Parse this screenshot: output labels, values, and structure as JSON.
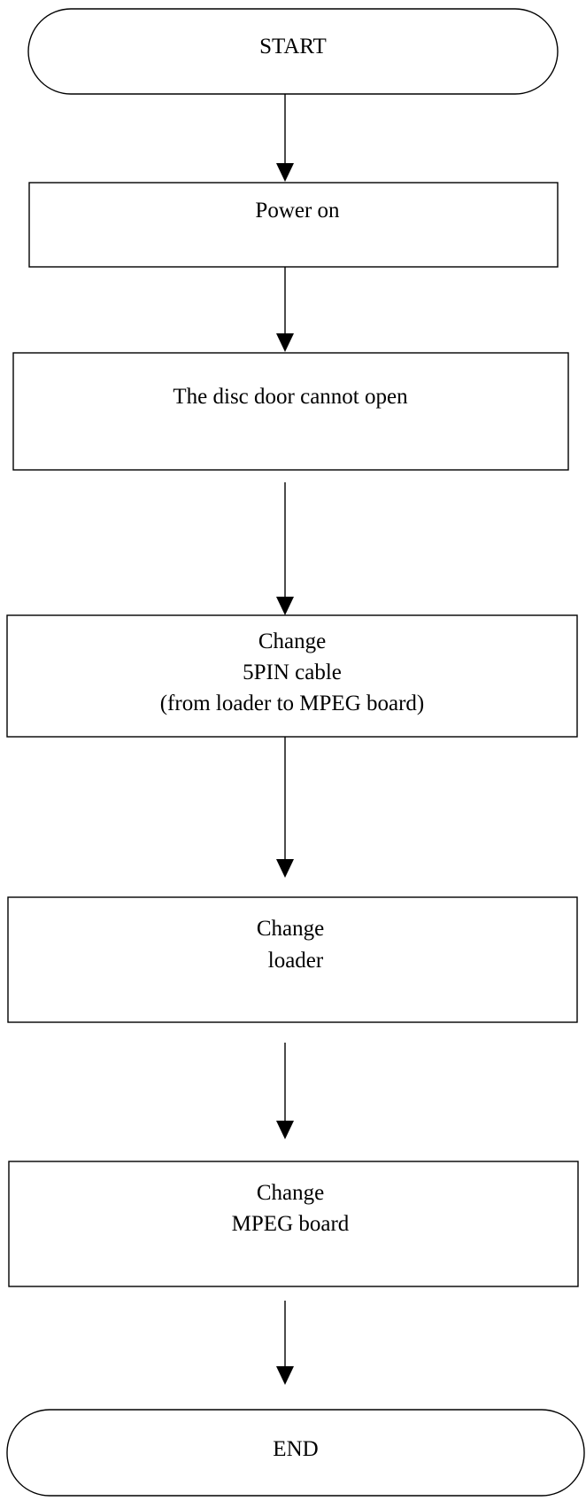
{
  "flowchart": {
    "start": {
      "label": "START"
    },
    "steps": [
      {
        "lines": [
          "Power on"
        ]
      },
      {
        "lines": [
          "The disc door cannot open"
        ]
      },
      {
        "lines": [
          "Change",
          "5PIN cable",
          "(from loader to MPEG board)"
        ]
      },
      {
        "lines": [
          "Change",
          "loader"
        ]
      },
      {
        "lines": [
          "Change",
          "MPEG board"
        ]
      }
    ],
    "end": {
      "label": "END"
    }
  }
}
